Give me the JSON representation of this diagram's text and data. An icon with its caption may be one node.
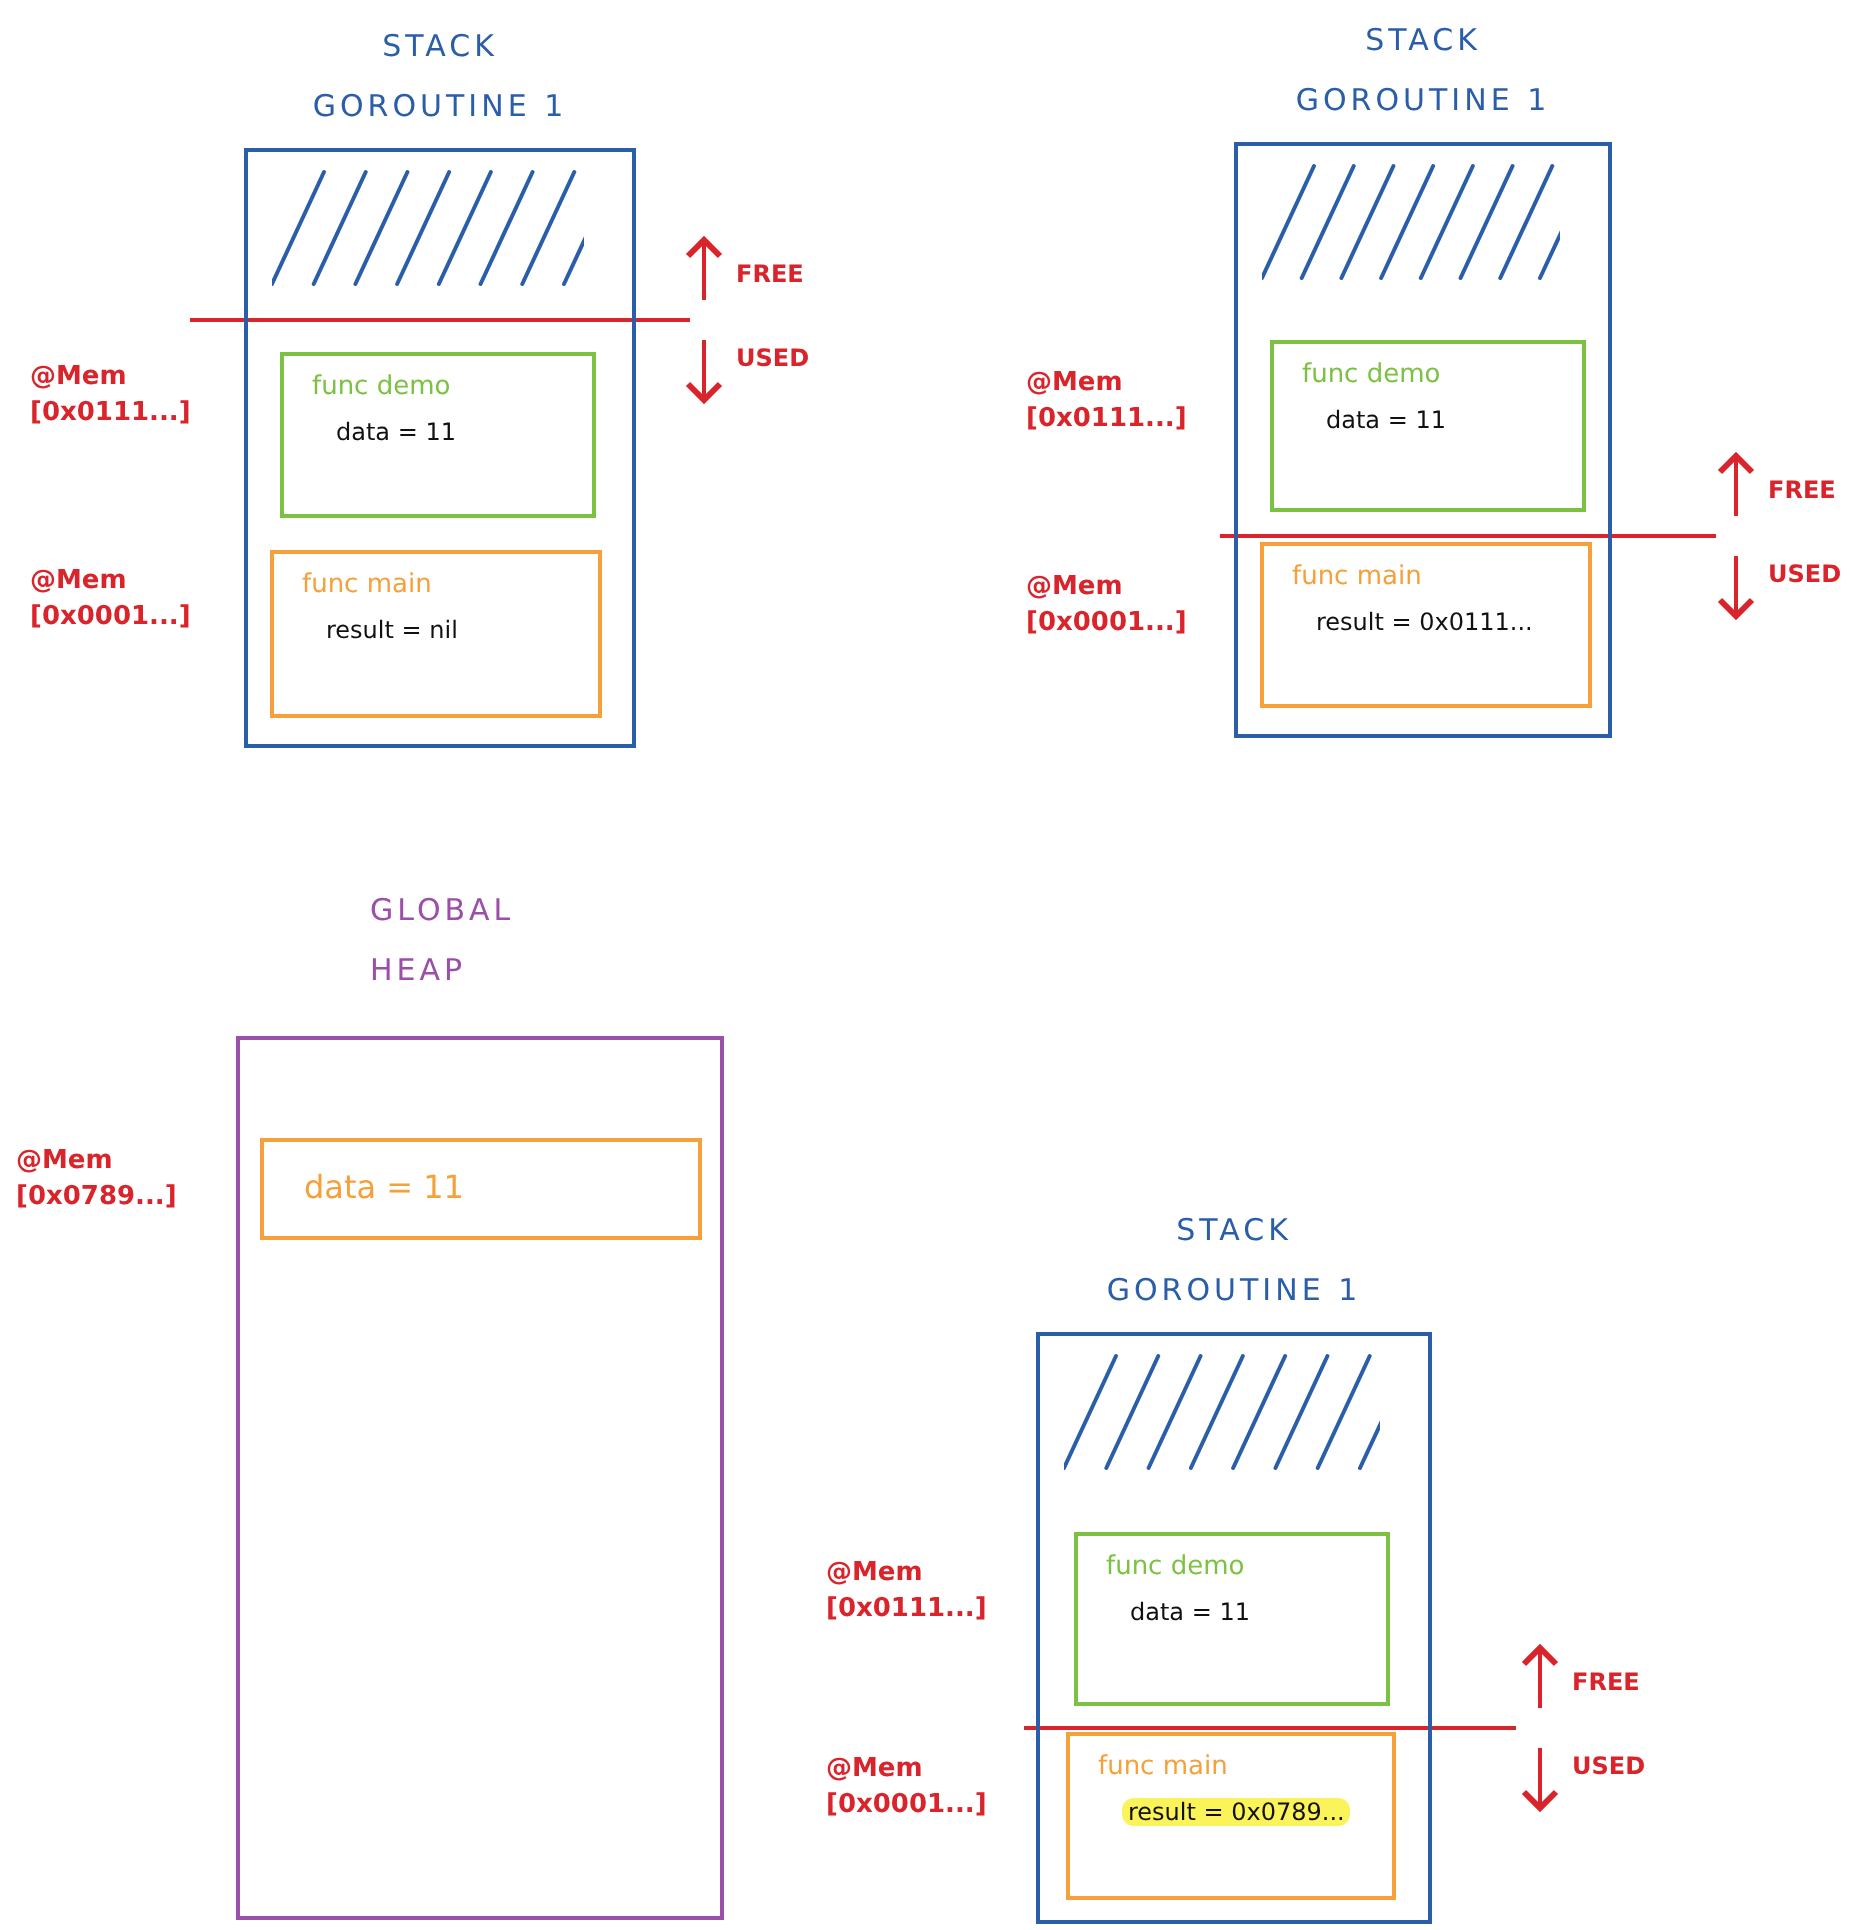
{
  "diagram": {
    "nodes": [
      {
        "text": [
          "STACK GOROUTINE 1"
        ]
      },
      {
        "text": [
          "func demo",
          "data = 11"
        ],
        "in": 0,
        "beside": [
          "@Mem [0x0111...]"
        ]
      },
      {
        "text": [
          "func main",
          "result = nil"
        ],
        "in": 0,
        "beside": [
          "@Mem [0x0001...]"
        ]
      },
      {
        "text": [
          "STACK GOROUTINE 1"
        ]
      },
      {
        "text": [
          "func demo",
          "data = 11"
        ],
        "in": 3,
        "beside": [
          "@Mem [0x0111...]"
        ]
      },
      {
        "text": [
          "func main",
          "result = 0x0111..."
        ],
        "in": 3,
        "beside": [
          "@Mem [0x0001...]"
        ]
      },
      {
        "text": [
          "GLOBAL HEAP"
        ]
      },
      {
        "text": [
          "data = 11"
        ],
        "in": 6,
        "beside": [
          "@Mem [0x0789...]"
        ]
      },
      {
        "text": [
          "STACK GOROUTINE 1"
        ]
      },
      {
        "text": [
          "func demo",
          "data = 11"
        ],
        "in": 8,
        "beside": [
          "@Mem [0x0111...]"
        ]
      },
      {
        "text": [
          "func main",
          "result = 0x0789..."
        ],
        "in": 8,
        "beside": [
          "@Mem [0x0001...]"
        ]
      }
    ],
    "labels": [
      "FREE",
      "USED",
      "FREE",
      "USED",
      "FREE",
      "USED"
    ]
  }
}
